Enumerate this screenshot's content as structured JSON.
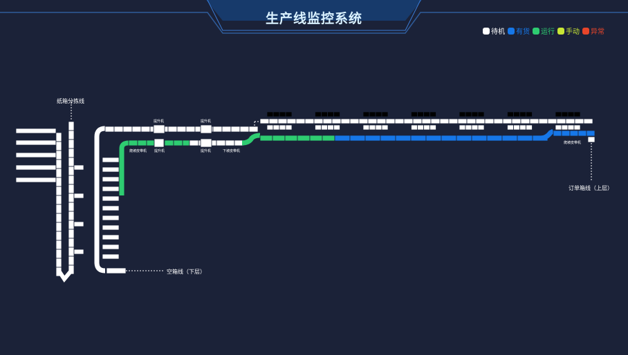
{
  "header": {
    "title": "生产线监控系统"
  },
  "legend": [
    {
      "label": "待机",
      "color": "#ffffff"
    },
    {
      "label": "有货",
      "color": "#1677e8"
    },
    {
      "label": "运行",
      "color": "#2ecc71"
    },
    {
      "label": "手动",
      "color": "#c8e635"
    },
    {
      "label": "异常",
      "color": "#e8452a"
    }
  ],
  "labels": {
    "sorting_line": "纸箱分拣线",
    "empty_line": "空箱线（下层）",
    "order_line": "订单箱线（上层）",
    "hoist_1": "提升机",
    "hoist_2": "提升机",
    "hoist_3": "提升机",
    "hoist_4": "提升机",
    "climb_belt_left": "爬坡皮带机",
    "climb_belt_right": "爬坡皮带机",
    "down_belt": "下坡皮带机"
  }
}
